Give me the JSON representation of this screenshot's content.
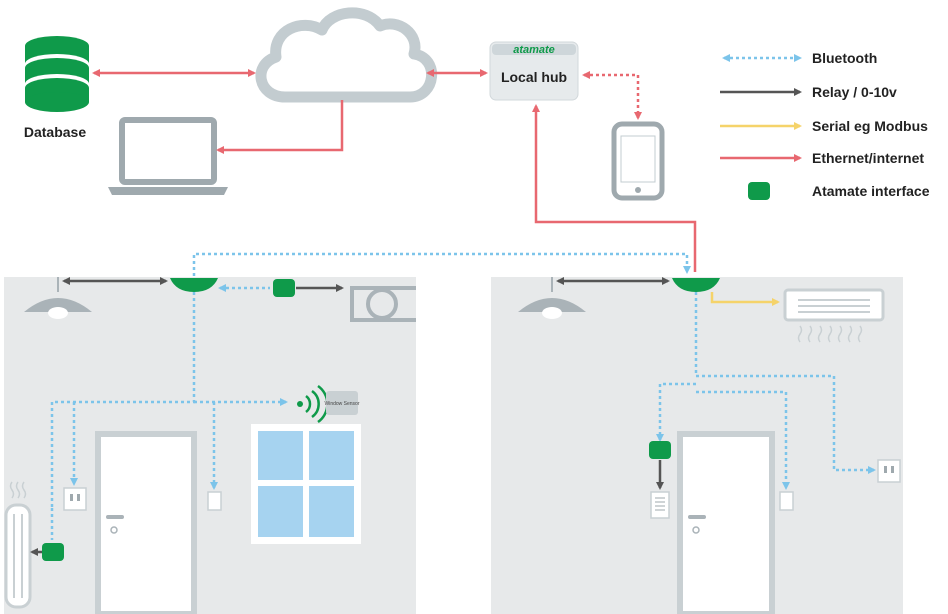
{
  "nodes": {
    "database": "Database",
    "hub_brand": "atamate",
    "hub_label": "Local hub",
    "window_sensor": "Window Sensor"
  },
  "legend": {
    "bluetooth": "Bluetooth",
    "relay": "Relay / 0-10v",
    "serial": "Serial eg Modbus",
    "ethernet": "Ethernet/internet",
    "interface": "Atamate interface"
  },
  "colors": {
    "bluetooth": "#7cc4ea",
    "relay": "#555555",
    "serial": "#f5d36a",
    "ethernet": "#e86870",
    "interface": "#0f9a4a",
    "wall": "#e7e9ea",
    "device_gray": "#aab3b8"
  }
}
